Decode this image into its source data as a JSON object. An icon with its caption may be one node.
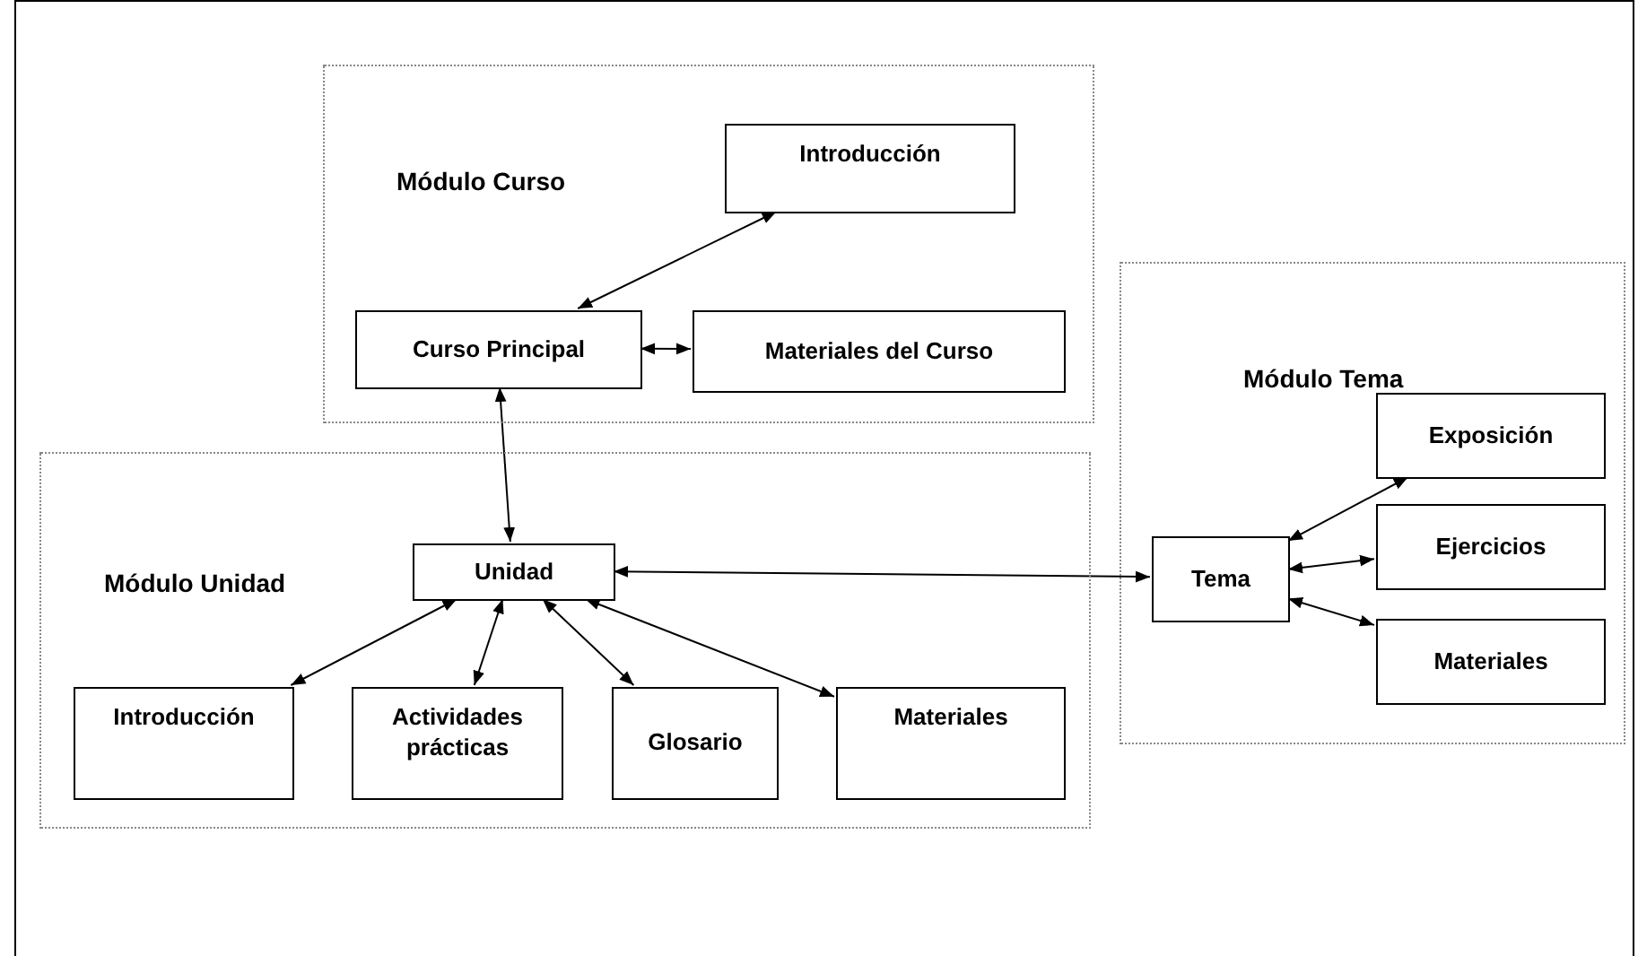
{
  "diagram": {
    "nodes": [
      {
        "text": [
          "Módulo Curso"
        ]
      },
      {
        "text": [
          "Introducción"
        ],
        "in": 0
      },
      {
        "text": [
          "Curso Principal"
        ],
        "in": 0
      },
      {
        "text": [
          "Materiales del Curso"
        ],
        "in": 0
      },
      {
        "text": [
          "Módulo Unidad"
        ]
      },
      {
        "text": [
          "Unidad"
        ],
        "in": 4
      },
      {
        "text": [
          "Introducción"
        ],
        "in": 4
      },
      {
        "text": [
          "Actividades prácticas"
        ],
        "in": 4
      },
      {
        "text": [
          "Glosario"
        ],
        "in": 4
      },
      {
        "text": [
          "Materiales"
        ],
        "in": 4
      },
      {
        "text": [
          "Módulo Tema"
        ]
      },
      {
        "text": [
          "Tema"
        ],
        "in": 10
      },
      {
        "text": [
          "Exposición"
        ],
        "in": 10
      },
      {
        "text": [
          "Ejercicios"
        ],
        "in": 10
      },
      {
        "text": [
          "Materiales"
        ],
        "in": 10
      }
    ],
    "edges": [
      {
        "from": 2,
        "to": 1,
        "arrow": "both"
      },
      {
        "from": 2,
        "to": 3,
        "arrow": "both"
      },
      {
        "from": 2,
        "to": 5,
        "arrow": "both"
      },
      {
        "from": 5,
        "to": 6,
        "arrow": "both"
      },
      {
        "from": 5,
        "to": 7,
        "arrow": "both"
      },
      {
        "from": 5,
        "to": 8,
        "arrow": "both"
      },
      {
        "from": 5,
        "to": 9,
        "arrow": "both"
      },
      {
        "from": 5,
        "to": 11,
        "arrow": "both"
      },
      {
        "from": 11,
        "to": 12,
        "arrow": "both"
      },
      {
        "from": 11,
        "to": 13,
        "arrow": "both"
      },
      {
        "from": 11,
        "to": 14,
        "arrow": "both"
      }
    ]
  }
}
